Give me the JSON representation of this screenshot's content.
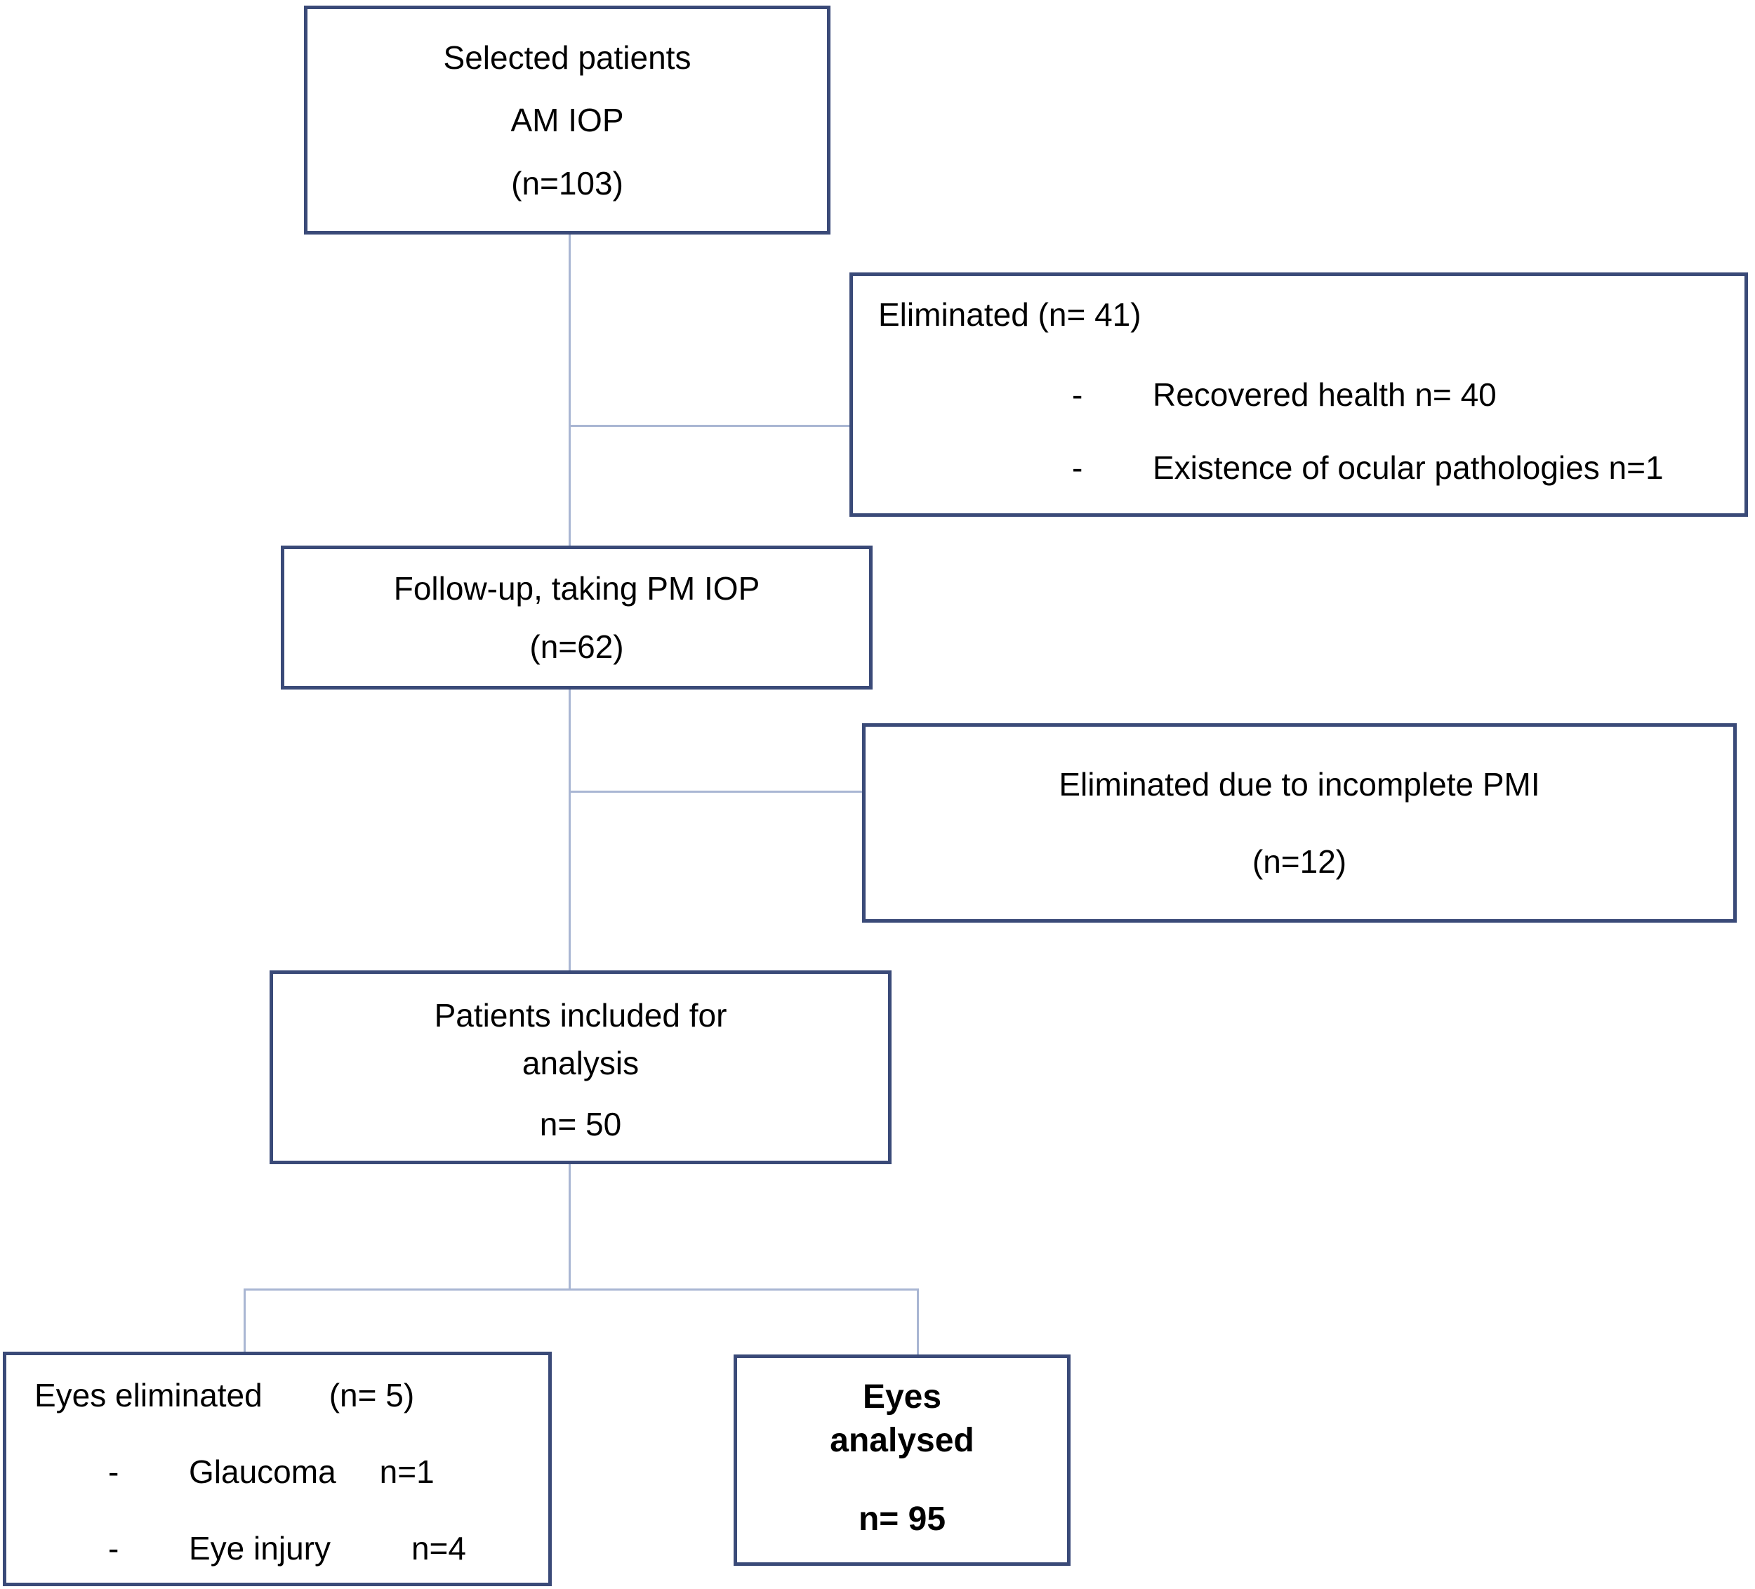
{
  "diagram": {
    "colors": {
      "box_border": "#3a4a78",
      "connector_line": "#a9b6d3",
      "text": "#000000",
      "background": "#ffffff"
    },
    "boxes": {
      "selected": {
        "lines": [
          "Selected patients",
          "AM IOP",
          "(n=103)"
        ]
      },
      "eliminated1": {
        "title": "Eliminated (n= 41)",
        "bullets": [
          {
            "dash": "-",
            "text": "Recovered health n= 40"
          },
          {
            "dash": "-",
            "text": "Existence of ocular pathologies n=1"
          }
        ]
      },
      "followup": {
        "lines": [
          "Follow-up, taking PM IOP",
          "(n=62)"
        ]
      },
      "eliminated2": {
        "lines": [
          "Eliminated due to incomplete PMI",
          "(n=12)"
        ]
      },
      "included": {
        "lines": [
          "Patients included for",
          "analysis",
          "n= 50"
        ]
      },
      "eyes_eliminated": {
        "title": "Eyes eliminated",
        "count": "(n= 5)",
        "bullets": [
          {
            "dash": "-",
            "label": "Glaucoma",
            "value": "n=1"
          },
          {
            "dash": "-",
            "label": "Eye injury",
            "value": "n=4"
          }
        ]
      },
      "eyes_analysed": {
        "lines": [
          "Eyes",
          "analysed",
          "n= 95"
        ]
      }
    }
  }
}
